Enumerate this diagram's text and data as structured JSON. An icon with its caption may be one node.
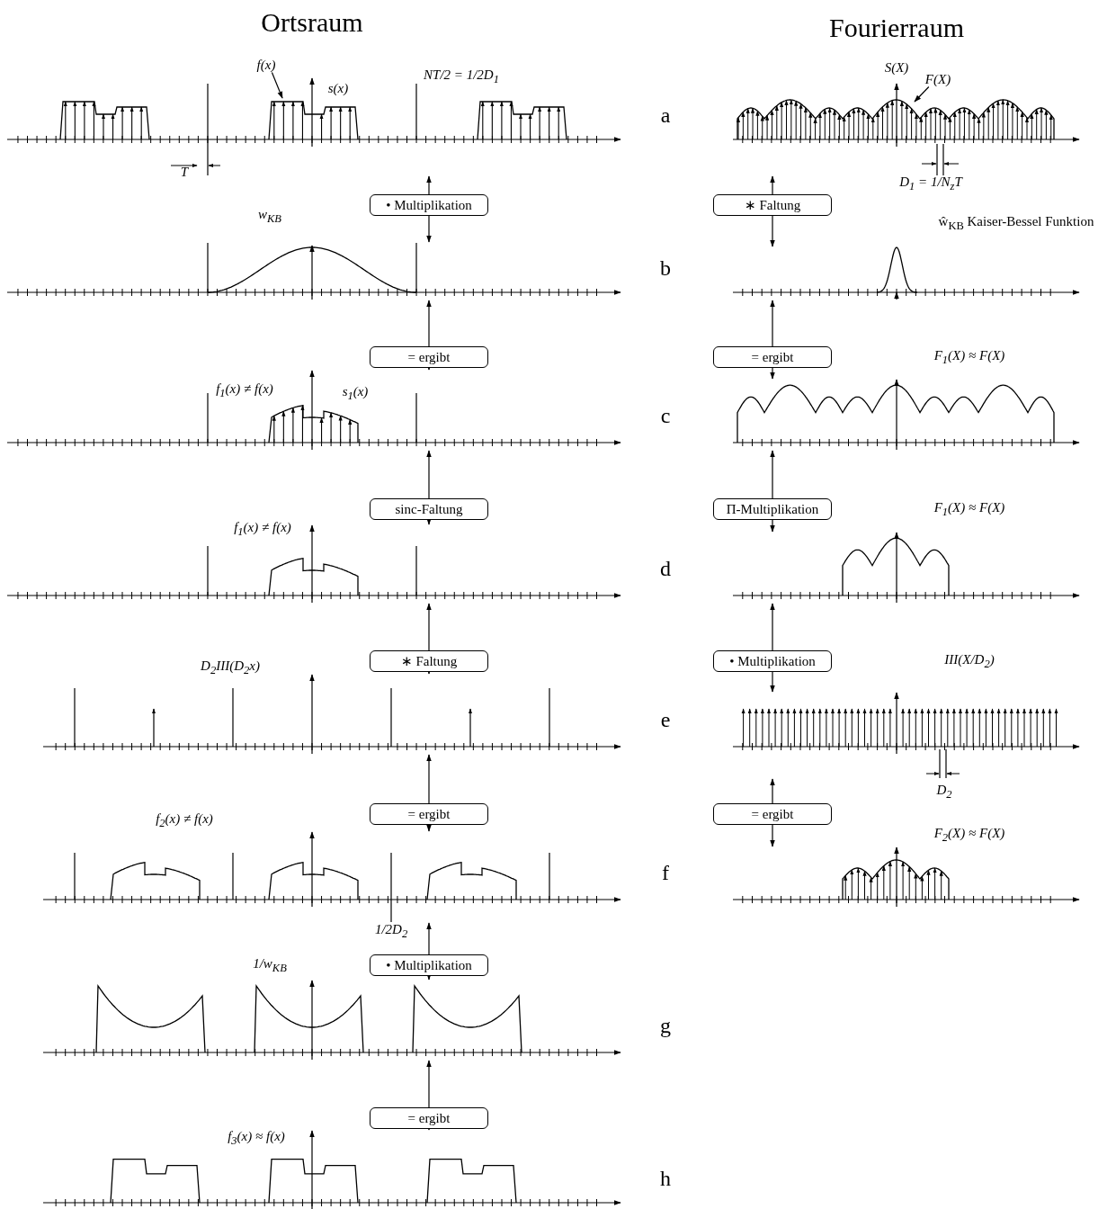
{
  "diagram": {
    "nodes": [
      {
        "text": [
          "f(x)"
        ]
      },
      {
        "text": [
          "F(X)"
        ]
      },
      {
        "text": [
          "• Multiplikation"
        ]
      },
      {
        "text": [
          "∗ Faltung"
        ]
      },
      {
        "text": [
          "= ergibt"
        ]
      },
      {
        "text": [
          "= ergibt"
        ]
      },
      {
        "text": [
          "sinc-Faltung"
        ]
      },
      {
        "text": [
          "Π-Multiplikation"
        ]
      },
      {
        "text": [
          "∗ Faltung"
        ]
      },
      {
        "text": [
          "• Multiplikation"
        ]
      },
      {
        "text": [
          "= ergibt"
        ]
      },
      {
        "text": [
          "= ergibt"
        ]
      },
      {
        "text": [
          "• Multiplikation"
        ]
      },
      {
        "text": [
          "= ergibt"
        ]
      },
      {
        "text": [],
        "shape": "picture"
      },
      {
        "text": [],
        "shape": "picture"
      },
      {
        "text": [],
        "shape": "picture"
      },
      {
        "text": [],
        "shape": "picture"
      },
      {
        "text": [],
        "shape": "picture"
      },
      {
        "text": [],
        "shape": "picture"
      },
      {
        "text": [],
        "shape": "picture"
      },
      {
        "text": [],
        "shape": "picture"
      },
      {
        "text": [],
        "shape": "picture"
      },
      {
        "text": [],
        "shape": "picture"
      },
      {
        "text": [],
        "shape": "picture"
      },
      {
        "text": [],
        "shape": "picture"
      },
      {
        "text": [],
        "shape": "picture"
      },
      {
        "text": [],
        "shape": "picture"
      }
    ],
    "edges": [
      {
        "from": 0,
        "to": 14,
        "arrow": "to"
      },
      {
        "from": 1,
        "to": 22,
        "arrow": "to"
      },
      {
        "from": 2,
        "to": 14,
        "arrow": "to"
      },
      {
        "from": 2,
        "to": 15,
        "arrow": "to"
      },
      {
        "from": 3,
        "to": 22,
        "arrow": "to"
      },
      {
        "from": 3,
        "to": 23,
        "arrow": "to"
      },
      {
        "from": 4,
        "to": 15,
        "arrow": "to"
      },
      {
        "from": 4,
        "to": 16,
        "arrow": "to"
      },
      {
        "from": 5,
        "to": 23,
        "arrow": "to"
      },
      {
        "from": 5,
        "to": 24,
        "arrow": "to"
      },
      {
        "from": 6,
        "to": 16,
        "arrow": "to"
      },
      {
        "from": 6,
        "to": 17,
        "arrow": "to"
      },
      {
        "from": 7,
        "to": 24,
        "arrow": "to"
      },
      {
        "from": 7,
        "to": 25,
        "arrow": "to"
      },
      {
        "from": 8,
        "to": 17,
        "arrow": "to"
      },
      {
        "from": 8,
        "to": 18,
        "arrow": "to"
      },
      {
        "from": 9,
        "to": 25,
        "arrow": "to"
      },
      {
        "from": 9,
        "to": 26,
        "arrow": "to"
      },
      {
        "from": 10,
        "to": 18,
        "arrow": "to"
      },
      {
        "from": 10,
        "to": 19,
        "arrow": "to"
      },
      {
        "from": 11,
        "to": 26,
        "arrow": "to"
      },
      {
        "from": 11,
        "to": 27,
        "arrow": "to"
      },
      {
        "from": 12,
        "to": 19,
        "arrow": "to"
      },
      {
        "from": 12,
        "to": 20,
        "arrow": "to"
      },
      {
        "from": 13,
        "to": 20,
        "arrow": "to"
      },
      {
        "from": 13,
        "to": 21,
        "arrow": "to"
      }
    ],
    "labels": [
      "Ortsraum",
      "Fourierraum",
      "NT/2 = 1/2D$_{1}$",
      "S(X)",
      "s(x)",
      "a",
      "T",
      "D$_{1}$ = 1/N$_{z}$T",
      "w$_{KB}$",
      "ŵ$_{KB}$ Kaiser-Bessel Funktion",
      "b",
      "F$_{1}$(X) ≈ F(X)",
      "f$_{1}$(x) ≠ f(x)",
      "s$_{1}$(x)",
      "c",
      "F$_{1}$(X) ≈ F(X)",
      "f$_{1}$(x) ≠ f(x)",
      "d",
      "D$_{2}$III(D$_{2}$x)",
      "III(X/D$_{2}$)",
      "e",
      "D$_{2}$",
      "f$_{2}$(x) ≠ f(x)",
      "F$_{2}$(X) ≈ F(X)",
      "f",
      "1/2D$_{2}$",
      "1/w$_{KB}$",
      "g",
      "f$_{3}$(x) ≈ f(x)",
      "h"
    ]
  }
}
